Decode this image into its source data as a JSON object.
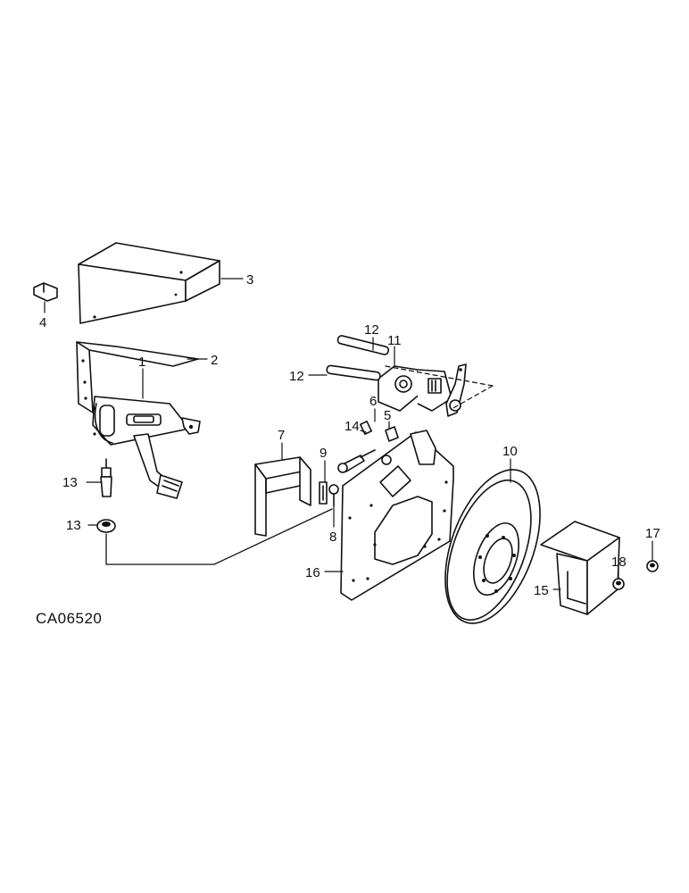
{
  "drawing_code": "CA06520",
  "callouts": [
    {
      "id": "c1",
      "text": "1"
    },
    {
      "id": "c2",
      "text": "2"
    },
    {
      "id": "c3",
      "text": "3"
    },
    {
      "id": "c4",
      "text": "4"
    },
    {
      "id": "c5",
      "text": "5"
    },
    {
      "id": "c6",
      "text": "6"
    },
    {
      "id": "c7",
      "text": "7"
    },
    {
      "id": "c8",
      "text": "8"
    },
    {
      "id": "c9",
      "text": "9"
    },
    {
      "id": "c10",
      "text": "10"
    },
    {
      "id": "c11",
      "text": "11"
    },
    {
      "id": "c12a",
      "text": "12"
    },
    {
      "id": "c12b",
      "text": "12"
    },
    {
      "id": "c13a",
      "text": "13"
    },
    {
      "id": "c13b",
      "text": "13"
    },
    {
      "id": "c14",
      "text": "14"
    },
    {
      "id": "c15",
      "text": "15"
    },
    {
      "id": "c16",
      "text": "16"
    },
    {
      "id": "c17",
      "text": "17"
    },
    {
      "id": "c18",
      "text": "18"
    }
  ]
}
